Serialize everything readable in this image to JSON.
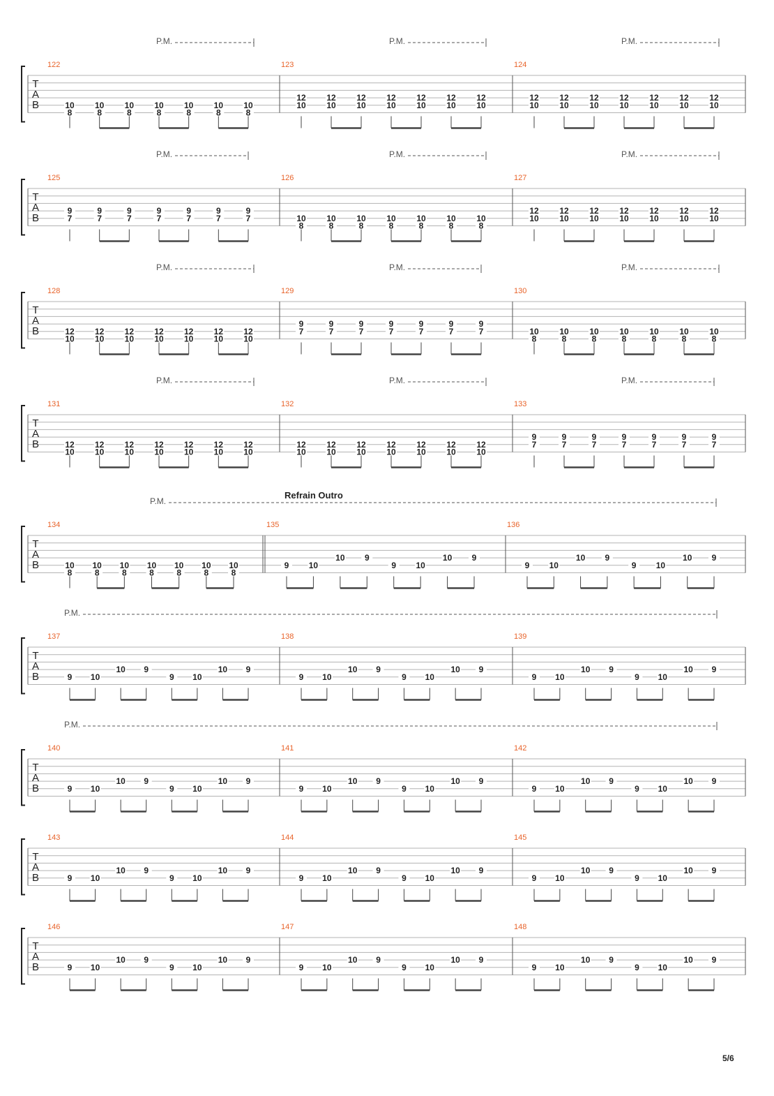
{
  "document": {
    "page_number": "5/6",
    "clef_letters": [
      "T",
      "A",
      "B"
    ],
    "palm_mute_label": "P.M."
  },
  "systems": [
    {
      "pm": [
        true,
        true,
        true
      ],
      "section": "",
      "measures": [
        {
          "number": "122",
          "double_start": false,
          "notes": [
            [
              "10",
              "8"
            ],
            [
              "10",
              "8"
            ],
            [
              "10",
              "8"
            ],
            [
              "10",
              "8"
            ],
            [
              "10",
              "8"
            ],
            [
              "10",
              "8"
            ],
            [
              "10",
              "8"
            ]
          ]
        },
        {
          "number": "123",
          "double_start": false,
          "notes": [
            [
              "12",
              "10"
            ],
            [
              "12",
              "10"
            ],
            [
              "12",
              "10"
            ],
            [
              "12",
              "10"
            ],
            [
              "12",
              "10"
            ],
            [
              "12",
              "10"
            ],
            [
              "12",
              "10"
            ]
          ]
        },
        {
          "number": "124",
          "double_start": false,
          "notes": [
            [
              "12",
              "10"
            ],
            [
              "12",
              "10"
            ],
            [
              "12",
              "10"
            ],
            [
              "12",
              "10"
            ],
            [
              "12",
              "10"
            ],
            [
              "12",
              "10"
            ],
            [
              "12",
              "10"
            ]
          ]
        }
      ]
    },
    {
      "pm": [
        true,
        true,
        true
      ],
      "section": "",
      "measures": [
        {
          "number": "125",
          "double_start": false,
          "notes": [
            [
              "9",
              "7"
            ],
            [
              "9",
              "7"
            ],
            [
              "9",
              "7"
            ],
            [
              "9",
              "7"
            ],
            [
              "9",
              "7"
            ],
            [
              "9",
              "7"
            ],
            [
              "9",
              "7"
            ]
          ]
        },
        {
          "number": "126",
          "double_start": false,
          "notes": [
            [
              "10",
              "8"
            ],
            [
              "10",
              "8"
            ],
            [
              "10",
              "8"
            ],
            [
              "10",
              "8"
            ],
            [
              "10",
              "8"
            ],
            [
              "10",
              "8"
            ],
            [
              "10",
              "8"
            ]
          ]
        },
        {
          "number": "127",
          "double_start": false,
          "notes": [
            [
              "12",
              "10"
            ],
            [
              "12",
              "10"
            ],
            [
              "12",
              "10"
            ],
            [
              "12",
              "10"
            ],
            [
              "12",
              "10"
            ],
            [
              "12",
              "10"
            ],
            [
              "12",
              "10"
            ]
          ]
        }
      ]
    },
    {
      "pm": [
        true,
        true,
        true
      ],
      "section": "",
      "measures": [
        {
          "number": "128",
          "double_start": false,
          "notes": [
            [
              "12",
              "10"
            ],
            [
              "12",
              "10"
            ],
            [
              "12",
              "10"
            ],
            [
              "12",
              "10"
            ],
            [
              "12",
              "10"
            ],
            [
              "12",
              "10"
            ],
            [
              "12",
              "10"
            ]
          ]
        },
        {
          "number": "129",
          "double_start": false,
          "notes": [
            [
              "9",
              "7"
            ],
            [
              "9",
              "7"
            ],
            [
              "9",
              "7"
            ],
            [
              "9",
              "7"
            ],
            [
              "9",
              "7"
            ],
            [
              "9",
              "7"
            ],
            [
              "9",
              "7"
            ]
          ]
        },
        {
          "number": "130",
          "double_start": false,
          "notes": [
            [
              "10",
              "8"
            ],
            [
              "10",
              "8"
            ],
            [
              "10",
              "8"
            ],
            [
              "10",
              "8"
            ],
            [
              "10",
              "8"
            ],
            [
              "10",
              "8"
            ],
            [
              "10",
              "8"
            ]
          ]
        }
      ]
    },
    {
      "pm": [
        true,
        true,
        true
      ],
      "section": "",
      "measures": [
        {
          "number": "131",
          "double_start": false,
          "notes": [
            [
              "12",
              "10"
            ],
            [
              "12",
              "10"
            ],
            [
              "12",
              "10"
            ],
            [
              "12",
              "10"
            ],
            [
              "12",
              "10"
            ],
            [
              "12",
              "10"
            ],
            [
              "12",
              "10"
            ]
          ]
        },
        {
          "number": "132",
          "double_start": false,
          "notes": [
            [
              "12",
              "10"
            ],
            [
              "12",
              "10"
            ],
            [
              "12",
              "10"
            ],
            [
              "12",
              "10"
            ],
            [
              "12",
              "10"
            ],
            [
              "12",
              "10"
            ],
            [
              "12",
              "10"
            ]
          ]
        },
        {
          "number": "133",
          "double_start": false,
          "notes": [
            [
              "9",
              "7"
            ],
            [
              "9",
              "7"
            ],
            [
              "9",
              "7"
            ],
            [
              "9",
              "7"
            ],
            [
              "9",
              "7"
            ],
            [
              "9",
              "7"
            ],
            [
              "9",
              "7"
            ]
          ]
        }
      ]
    },
    {
      "pm": [
        true
      ],
      "section": "Refrain Outro",
      "measures": [
        {
          "number": "134",
          "double_start": false,
          "notes": [
            [
              "10",
              "8"
            ],
            [
              "10",
              "8"
            ],
            [
              "10",
              "8"
            ],
            [
              "10",
              "8"
            ],
            [
              "10",
              "8"
            ],
            [
              "10",
              "8"
            ],
            [
              "10",
              "8"
            ]
          ]
        },
        {
          "number": "135",
          "double_start": true,
          "notes": [
            [
              "9"
            ],
            [
              "10"
            ],
            [
              "10"
            ],
            [
              "9"
            ],
            [
              "9"
            ],
            [
              "10"
            ],
            [
              "10"
            ],
            [
              "9"
            ]
          ]
        },
        {
          "number": "136",
          "double_start": false,
          "notes": [
            [
              "9"
            ],
            [
              "10"
            ],
            [
              "10"
            ],
            [
              "9"
            ],
            [
              "9"
            ],
            [
              "10"
            ],
            [
              "10"
            ],
            [
              "9"
            ]
          ]
        }
      ]
    },
    {
      "pm": [
        true
      ],
      "section": "",
      "measures": [
        {
          "number": "137",
          "double_start": false,
          "notes": [
            [
              "9"
            ],
            [
              "10"
            ],
            [
              "10"
            ],
            [
              "9"
            ],
            [
              "9"
            ],
            [
              "10"
            ],
            [
              "10"
            ],
            [
              "9"
            ]
          ]
        },
        {
          "number": "138",
          "double_start": false,
          "notes": [
            [
              "9"
            ],
            [
              "10"
            ],
            [
              "10"
            ],
            [
              "9"
            ],
            [
              "9"
            ],
            [
              "10"
            ],
            [
              "10"
            ],
            [
              "9"
            ]
          ]
        },
        {
          "number": "139",
          "double_start": false,
          "notes": [
            [
              "9"
            ],
            [
              "10"
            ],
            [
              "10"
            ],
            [
              "9"
            ],
            [
              "9"
            ],
            [
              "10"
            ],
            [
              "10"
            ],
            [
              "9"
            ]
          ]
        }
      ]
    },
    {
      "pm": [
        true
      ],
      "section": "",
      "measures": [
        {
          "number": "140",
          "double_start": false,
          "notes": [
            [
              "9"
            ],
            [
              "10"
            ],
            [
              "10"
            ],
            [
              "9"
            ],
            [
              "9"
            ],
            [
              "10"
            ],
            [
              "10"
            ],
            [
              "9"
            ]
          ]
        },
        {
          "number": "141",
          "double_start": false,
          "notes": [
            [
              "9"
            ],
            [
              "10"
            ],
            [
              "10"
            ],
            [
              "9"
            ],
            [
              "9"
            ],
            [
              "10"
            ],
            [
              "10"
            ],
            [
              "9"
            ]
          ]
        },
        {
          "number": "142",
          "double_start": false,
          "notes": [
            [
              "9"
            ],
            [
              "10"
            ],
            [
              "10"
            ],
            [
              "9"
            ],
            [
              "9"
            ],
            [
              "10"
            ],
            [
              "10"
            ],
            [
              "9"
            ]
          ]
        }
      ]
    },
    {
      "pm": [],
      "section": "",
      "measures": [
        {
          "number": "143",
          "double_start": false,
          "notes": [
            [
              "9"
            ],
            [
              "10"
            ],
            [
              "10"
            ],
            [
              "9"
            ],
            [
              "9"
            ],
            [
              "10"
            ],
            [
              "10"
            ],
            [
              "9"
            ]
          ]
        },
        {
          "number": "144",
          "double_start": false,
          "notes": [
            [
              "9"
            ],
            [
              "10"
            ],
            [
              "10"
            ],
            [
              "9"
            ],
            [
              "9"
            ],
            [
              "10"
            ],
            [
              "10"
            ],
            [
              "9"
            ]
          ]
        },
        {
          "number": "145",
          "double_start": false,
          "notes": [
            [
              "9"
            ],
            [
              "10"
            ],
            [
              "10"
            ],
            [
              "9"
            ],
            [
              "9"
            ],
            [
              "10"
            ],
            [
              "10"
            ],
            [
              "9"
            ]
          ]
        }
      ]
    },
    {
      "pm": [],
      "section": "",
      "measures": [
        {
          "number": "146",
          "double_start": false,
          "notes": [
            [
              "9"
            ],
            [
              "10"
            ],
            [
              "10"
            ],
            [
              "9"
            ],
            [
              "9"
            ],
            [
              "10"
            ],
            [
              "10"
            ],
            [
              "9"
            ]
          ]
        },
        {
          "number": "147",
          "double_start": false,
          "notes": [
            [
              "9"
            ],
            [
              "10"
            ],
            [
              "10"
            ],
            [
              "9"
            ],
            [
              "9"
            ],
            [
              "10"
            ],
            [
              "10"
            ],
            [
              "9"
            ]
          ]
        },
        {
          "number": "148",
          "double_start": false,
          "notes": [
            [
              "9"
            ],
            [
              "10"
            ],
            [
              "10"
            ],
            [
              "9"
            ],
            [
              "9"
            ],
            [
              "10"
            ],
            [
              "10"
            ],
            [
              "9"
            ]
          ]
        }
      ]
    }
  ]
}
